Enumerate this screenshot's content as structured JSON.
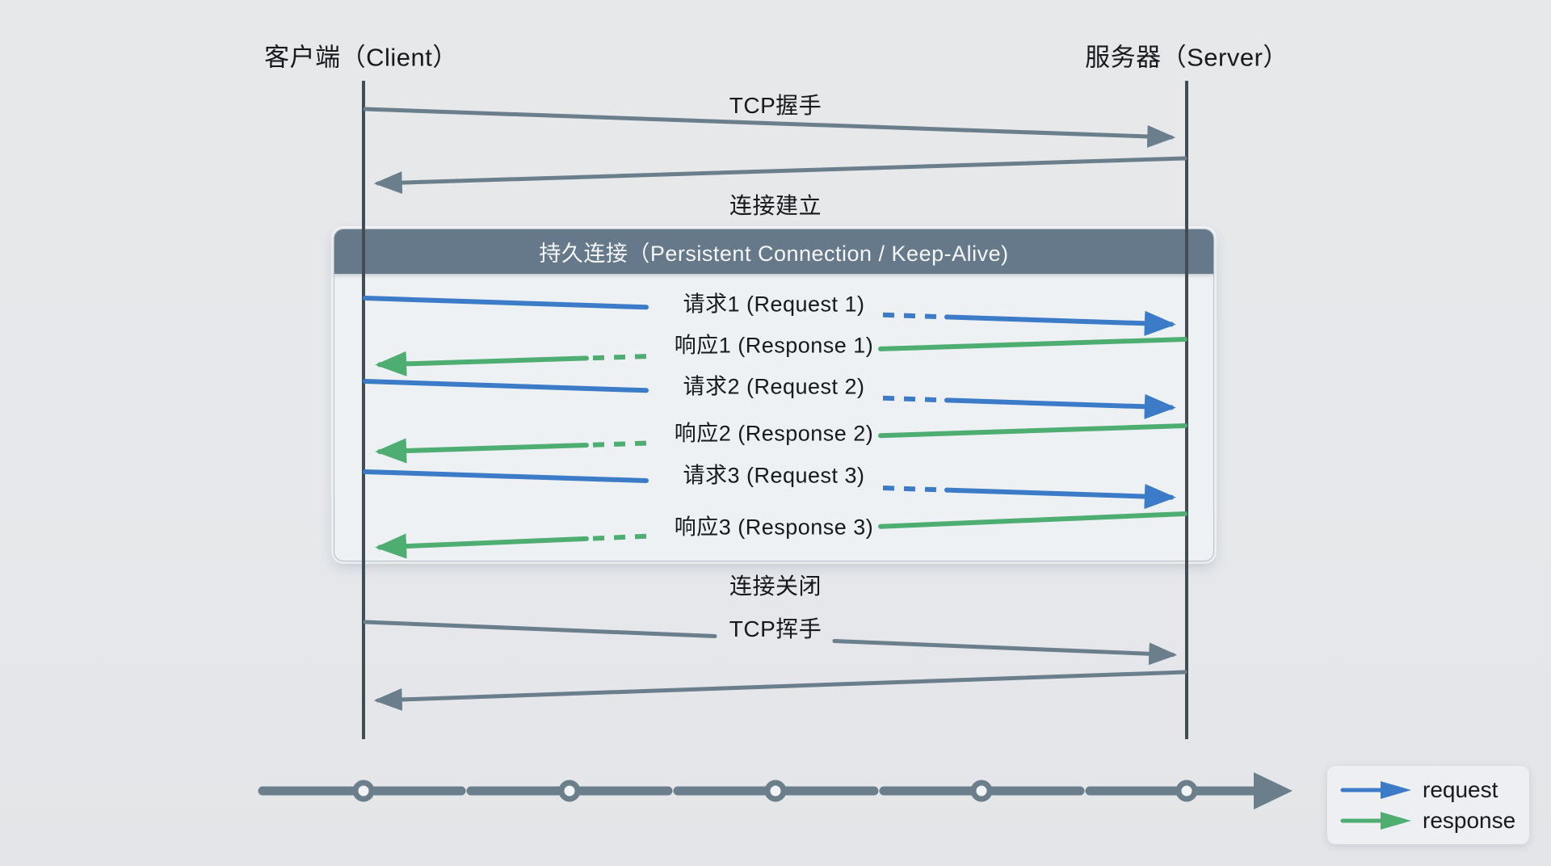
{
  "diagram": {
    "client_label": "客户端（Client）",
    "server_label": "服务器（Server）",
    "handshake_label": "TCP握手",
    "connection_established_label": "连接建立",
    "keepalive_title": "持久连接（Persistent Connection / Keep-Alive)",
    "messages": [
      {
        "label": "请求1 (Request 1)",
        "type": "request"
      },
      {
        "label": "响应1 (Response 1)",
        "type": "response"
      },
      {
        "label": "请求2 (Request 2)",
        "type": "request"
      },
      {
        "label": "响应2 (Response 2)",
        "type": "response"
      },
      {
        "label": "请求3 (Request 3)",
        "type": "request"
      },
      {
        "label": "响应3 (Response 3)",
        "type": "response"
      }
    ],
    "connection_closed_label": "连接关闭",
    "teardown_label": "TCP挥手"
  },
  "legend": {
    "request_label": "request",
    "response_label": "response"
  },
  "colors": {
    "request_blue": "#3c7bc8",
    "response_green": "#4ead71",
    "neutral_slate": "#6b7e8b",
    "lifeline_dark": "#414c55",
    "header_bg": "#66798a",
    "page_bg": "#e6e8ea",
    "panel_bg": "#eef1f4"
  }
}
